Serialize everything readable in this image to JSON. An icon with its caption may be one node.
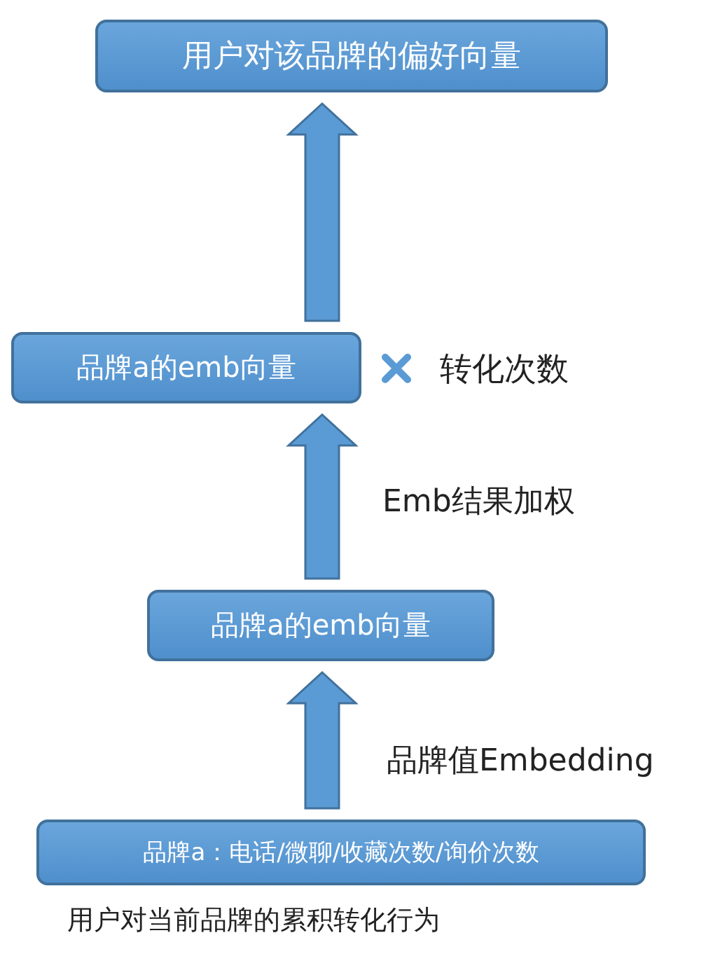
{
  "diagram": {
    "nodes": [
      {
        "text": [
          "用户对该品牌的偏好向量"
        ]
      },
      {
        "text": [
          "品牌a的emb向量"
        ]
      },
      {
        "text": [
          "品牌a的emb向量"
        ]
      },
      {
        "text": [
          "品牌a：电话/微聊/收藏次数/询价次数"
        ],
        "beside": [
          "用户对当前品牌的累积转化行为"
        ]
      }
    ],
    "edges": [
      {
        "from": 3,
        "to": 2,
        "arrow": "to",
        "label": "品牌值Embedding"
      },
      {
        "from": 2,
        "to": 1,
        "arrow": "to",
        "label": "Emb结果加权"
      },
      {
        "from": 1,
        "to": 0,
        "arrow": "to"
      }
    ],
    "labels": [
      "转化次数"
    ]
  }
}
